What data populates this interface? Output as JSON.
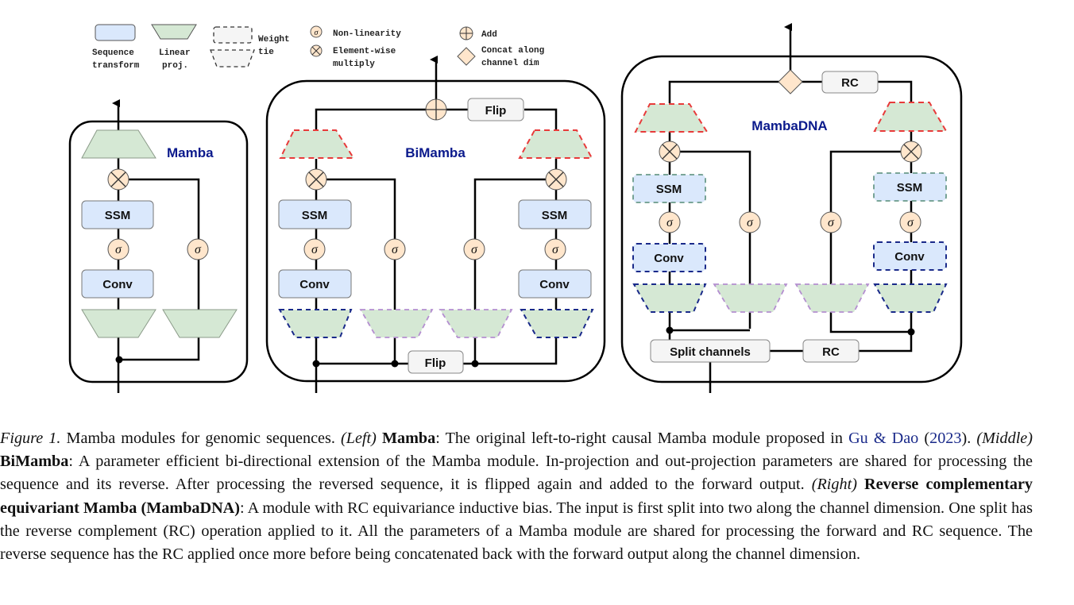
{
  "legend": {
    "sequence_transform": [
      "Sequence",
      "transform"
    ],
    "linear_proj": [
      "Linear",
      "proj."
    ],
    "weight_tie": [
      "Weight",
      "tie"
    ],
    "non_linearity": "Non-linearity",
    "element_wise_multiply": [
      "Element-wise",
      "multiply"
    ],
    "add": "Add",
    "concat": [
      "Concat along",
      "channel dim"
    ]
  },
  "modules": {
    "mamba": {
      "title": "Mamba",
      "ssm": "SSM",
      "conv": "Conv",
      "sigma": "σ"
    },
    "bimamba": {
      "title": "BiMamba",
      "ssm": "SSM",
      "conv": "Conv",
      "flip_top": "Flip",
      "flip_bottom": "Flip",
      "sigma": "σ"
    },
    "mambadna": {
      "title": "MambaDNA",
      "ssm": "SSM",
      "conv": "Conv",
      "rc_top": "RC",
      "rc_bottom": "RC",
      "split": "Split channels",
      "sigma": "σ"
    }
  },
  "colors": {
    "seq_fill": "#dae8fc",
    "linear_fill": "#d5e8d4",
    "op_fill": "#ffe6cc",
    "label_box_fill": "#f5f5f5",
    "title_color": "#0b1a8c",
    "red_dash": "#e83a3a",
    "blue_dash": "#1a2a8a",
    "purple_dash": "#b48ed0",
    "teal_dash": "#6a9a8a"
  },
  "caption": {
    "fig_label": "Figure 1.",
    "intro": " Mamba modules for genomic sequences. ",
    "left_tag": "(Left)",
    "left_name": "Mamba",
    "left_text": ": The original left-to-right causal Mamba module proposed in ",
    "citation": "Gu & Dao",
    "citation_year": "2023",
    "middle_tag": "(Middle)",
    "middle_name": "BiMamba",
    "middle_text": ": A parameter efficient bi-directional extension of the Mamba module. In-projection and out-projection parameters are shared for processing the sequence and its reverse. After processing the reversed sequence, it is flipped again and added to the forward output. ",
    "right_tag": "(Right)",
    "right_name": "Reverse complementary equivariant Mamba (MambaDNA)",
    "right_text": ": A module with RC equivariance inductive bias. The input is first split into two along the channel dimension. One split has the reverse complement (RC) operation applied to it. All the parameters of a Mamba module are shared for processing the forward and RC sequence. The reverse sequence has the RC applied once more before being concatenated back with the forward output along the channel dimension."
  }
}
